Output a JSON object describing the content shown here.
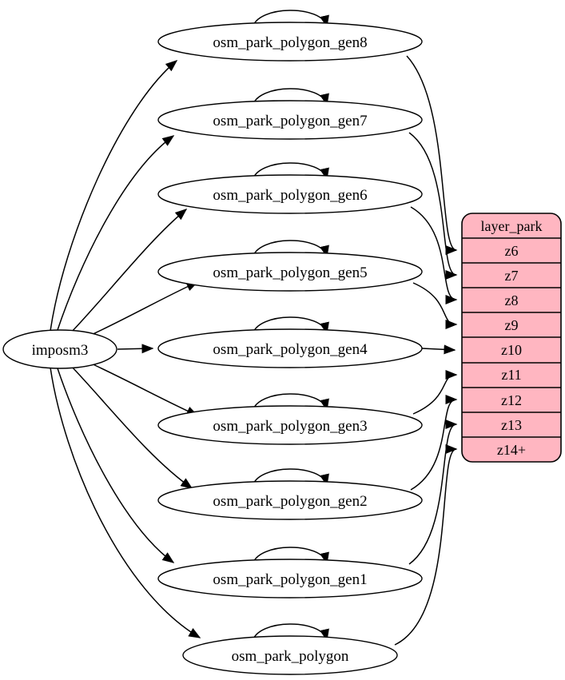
{
  "diagram": {
    "type": "graphviz-digraph",
    "background": "#ffffff",
    "node_fill": "#ffffff",
    "edge_color": "#000000",
    "source_node": {
      "label": "imposm3"
    },
    "table_nodes": [
      {
        "label": "osm_park_polygon_gen8"
      },
      {
        "label": "osm_park_polygon_gen7"
      },
      {
        "label": "osm_park_polygon_gen6"
      },
      {
        "label": "osm_park_polygon_gen5"
      },
      {
        "label": "osm_park_polygon_gen4"
      },
      {
        "label": "osm_park_polygon_gen3"
      },
      {
        "label": "osm_park_polygon_gen2"
      },
      {
        "label": "osm_park_polygon_gen1"
      },
      {
        "label": "osm_park_polygon"
      }
    ],
    "layer_table": {
      "title": "layer_park",
      "rows": [
        "z6",
        "z7",
        "z8",
        "z9",
        "z10",
        "z11",
        "z12",
        "z13",
        "z14+"
      ],
      "fill": "#ffb6c1",
      "stroke": "#000000"
    },
    "edges": [
      {
        "from": "imposm3",
        "to": "osm_park_polygon_gen8"
      },
      {
        "from": "imposm3",
        "to": "osm_park_polygon_gen7"
      },
      {
        "from": "imposm3",
        "to": "osm_park_polygon_gen6"
      },
      {
        "from": "imposm3",
        "to": "osm_park_polygon_gen5"
      },
      {
        "from": "imposm3",
        "to": "osm_park_polygon_gen4"
      },
      {
        "from": "imposm3",
        "to": "osm_park_polygon_gen3"
      },
      {
        "from": "imposm3",
        "to": "osm_park_polygon_gen2"
      },
      {
        "from": "imposm3",
        "to": "osm_park_polygon_gen1"
      },
      {
        "from": "imposm3",
        "to": "osm_park_polygon"
      },
      {
        "from": "osm_park_polygon_gen8",
        "to": "osm_park_polygon_gen8",
        "type": "self-loop"
      },
      {
        "from": "osm_park_polygon_gen7",
        "to": "osm_park_polygon_gen7",
        "type": "self-loop"
      },
      {
        "from": "osm_park_polygon_gen6",
        "to": "osm_park_polygon_gen6",
        "type": "self-loop"
      },
      {
        "from": "osm_park_polygon_gen5",
        "to": "osm_park_polygon_gen5",
        "type": "self-loop"
      },
      {
        "from": "osm_park_polygon_gen4",
        "to": "osm_park_polygon_gen4",
        "type": "self-loop"
      },
      {
        "from": "osm_park_polygon_gen3",
        "to": "osm_park_polygon_gen3",
        "type": "self-loop"
      },
      {
        "from": "osm_park_polygon_gen2",
        "to": "osm_park_polygon_gen2",
        "type": "self-loop"
      },
      {
        "from": "osm_park_polygon_gen1",
        "to": "osm_park_polygon_gen1",
        "type": "self-loop"
      },
      {
        "from": "osm_park_polygon",
        "to": "osm_park_polygon",
        "type": "self-loop"
      },
      {
        "from": "osm_park_polygon_gen8",
        "to": "layer_park.z6"
      },
      {
        "from": "osm_park_polygon_gen7",
        "to": "layer_park.z7"
      },
      {
        "from": "osm_park_polygon_gen6",
        "to": "layer_park.z8"
      },
      {
        "from": "osm_park_polygon_gen5",
        "to": "layer_park.z9"
      },
      {
        "from": "osm_park_polygon_gen4",
        "to": "layer_park.z10"
      },
      {
        "from": "osm_park_polygon_gen3",
        "to": "layer_park.z11"
      },
      {
        "from": "osm_park_polygon_gen2",
        "to": "layer_park.z12"
      },
      {
        "from": "osm_park_polygon_gen1",
        "to": "layer_park.z13"
      },
      {
        "from": "osm_park_polygon",
        "to": "layer_park.z14+"
      }
    ]
  }
}
